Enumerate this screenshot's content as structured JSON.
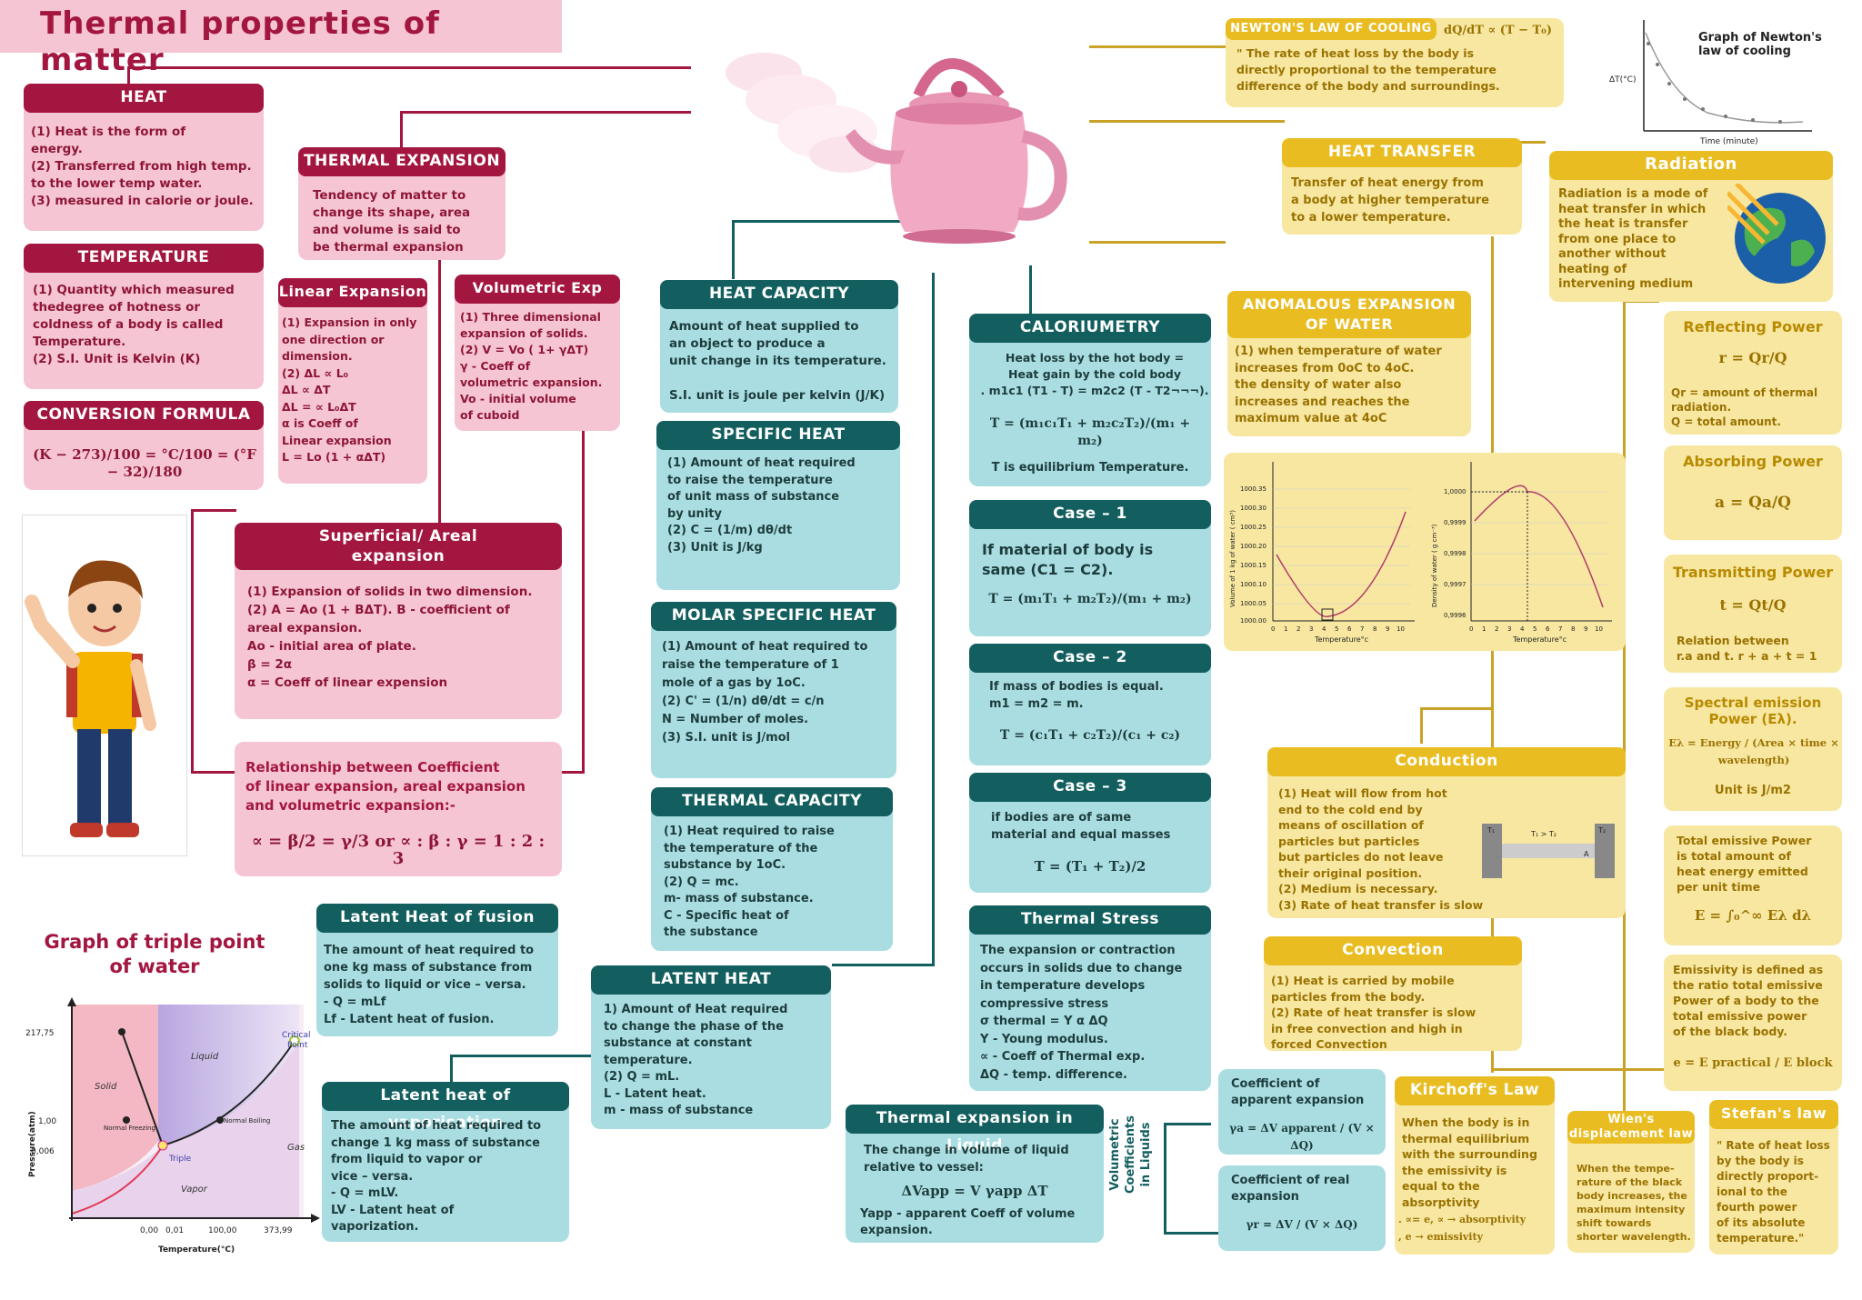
{
  "title": "Thermal properties of matter",
  "heat": {
    "title": "HEAT",
    "body": "(1) Heat is the form of\n     energy.\n(2) Transferred from high temp.\n     to the lower temp water.\n(3) measured in calorie or joule."
  },
  "temperature": {
    "title": "TEMPERATURE",
    "body": "(1) Quantity which measured\n    thedegree of hotness or\n    coldness of a body is called\n    Temperature.\n(2) S.I. Unit is Kelvin (K)"
  },
  "conversion": {
    "title": "CONVERSION FORMULA",
    "formula": "(K − 273)/100 = °C/100 = (°F − 32)/180"
  },
  "thermal_expansion": {
    "title": "THERMAL EXPANSION",
    "body": "Tendency of matter to\nchange its shape, area\nand volume is said to\nbe thermal expansion"
  },
  "linear": {
    "title": "Linear Expansion",
    "body": "(1) Expansion in only\n     one direction or\n     dimension.\n(2)  ΔL ∝ L₀\n       ΔL ∝ ΔT\n       ΔL = ∝ L₀ΔT\n  α is Coeff of\n  Linear expansion\n  L = Lo (1 + αΔT)"
  },
  "volumetric": {
    "title": "Volumetric Exp",
    "body": "(1) Three dimensional\n     expansion of solids.\n(2) V = Vo ( 1+ γΔT)\nγ - Coeff of\n    volumetric expansion.\n  Vo - initial volume\n       of cuboid"
  },
  "areal": {
    "title": "Superficial/ Areal\nexpansion",
    "body": "(1) Expansion of solids in two dimension.\n(2) A = Ao (1 + BΔT). B - coefficient of\n     areal expansion.\n     Ao - initial area of plate.\n     β = 2α\n     α = Coeff of linear expension"
  },
  "relationship": {
    "body": "Relationship between Coefficient\nof linear expansion, areal expansion\nand volumetric expansion:-",
    "formula": "∝ = β/2 = γ/3  or  ∝ : β : γ = 1 : 2 : 3"
  },
  "triple_point": {
    "title": "Graph of triple point\nof water",
    "ylabel": "Pressure(atm)",
    "xlabel": "Temperature(°C)",
    "yticks": [
      "217,75",
      "1,00",
      "0,006"
    ],
    "xticks": [
      "0,00",
      "0,01",
      "100,00",
      "373,99"
    ],
    "regions": [
      "Solid",
      "Liquid",
      "Gas",
      "Vapor"
    ],
    "points": [
      "Critical\nPoint",
      "Normal Freezing\nPoint",
      "Normal Boiling\nPoint",
      "Triple\nPoint"
    ]
  },
  "heat_capacity": {
    "title": "HEAT CAPACITY",
    "body": "Amount of heat supplied to\nan object to produce a\nunit change in its temperature.\n\nS.I. unit is joule per kelvin (J/K)"
  },
  "specific_heat": {
    "title": "SPECIFIC HEAT",
    "body": "(1) Amount of heat required\n     to raise the temperature\n     of unit mass of substance\n     by unity\n(2) C = (1/m) dθ/dt\n(3) Unit is J/kg"
  },
  "molar": {
    "title": "MOLAR SPECIFIC HEAT",
    "body": "(1) Amount of heat required to\n     raise the temperature of 1\n     mole of a gas by 1oC.\n(2) C' = (1/n) dθ/dt = c/n\n     N = Number of moles.\n(3) S.I. unit is J/mol"
  },
  "thermal_capacity": {
    "title": "THERMAL CAPACITY",
    "body": "(1) Heat required to raise\n     the temperature of the\n     substance by 1oC.\n(2) Q = mc.\n     m- mass of substance.\n     C - Specific heat of\n     the substance"
  },
  "latent_fusion": {
    "title": "Latent Heat of fusion",
    "body": "The amount of heat required to\none kg mass of substance from\nsolids to liquid or vice – versa.\n   - Q = mLf\n     Lf - Latent heat of fusion."
  },
  "latent_heat": {
    "title": "LATENT HEAT",
    "body": "1) Amount of Heat required\n    to change the phase of the\n    substance at constant\n    temperature.\n(2) Q = mL.\n      L - Latent heat.\n      m - mass of substance"
  },
  "latent_vap": {
    "title": "Latent heat of vaporisation",
    "body": "The amount of heat required to\nchange 1 kg mass of substance\nfrom liquid to vapor or\nvice – versa.\n   - Q = mLV.\n     LV - Latent heat of\n     vaporization."
  },
  "calorimetry": {
    "title": "CALORIUMETRY",
    "body": "Heat loss by the hot body =\nHeat gain by the cold body\n. m1c1 (T1 - T) = m2c2 (T - T2¬¬¬).",
    "formula": "T = (m₁c₁T₁ + m₂c₂T₂)/(m₁ + m₂)",
    "foot": "T is equilibrium Temperature."
  },
  "case1": {
    "title": "Case – 1",
    "body": "If material of body is\nsame (C1 = C2).",
    "formula": "T = (m₁T₁ + m₂T₂)/(m₁ + m₂)"
  },
  "case2": {
    "title": "Case – 2",
    "body": "If mass of bodies is equal.\nm1 = m2 = m.",
    "formula": "T = (c₁T₁ + c₂T₂)/(c₁ + c₂)"
  },
  "case3": {
    "title": "Case – 3",
    "body": "if bodies are of same\nmaterial and equal masses",
    "formula": "T = (T₁ + T₂)/2"
  },
  "thermal_stress": {
    "title": "Thermal Stress",
    "body": "The expansion or contraction\noccurs in solids due to change\nin temperature develops\ncompressive stress\nσ thermal = Y α ΔQ\nY - Young modulus.\n∝  - Coeff of Thermal exp.\nΔQ - temp. difference."
  },
  "liquid_exp": {
    "title": "Thermal expansion in Liquid",
    "body": "The change in volume of liquid\nrelative to vessel:",
    "formula": "ΔVapp = V γapp ΔT",
    "foot": "Yapp - apparent Coeff of volume\nexpansion."
  },
  "vol_coeff_label": "Volumetric\nCoefficients\nin Liquids",
  "apparent": {
    "title": "Coefficient of\napparent expansion",
    "formula": "γa = ΔV apparent / (V × ΔQ)"
  },
  "real": {
    "title": "Coefficient of real\nexpansion",
    "formula": "γr = ΔV / (V × ΔQ)"
  },
  "newton": {
    "title": "NEWTON'S LAW OF COOLING",
    "formula": "dQ/dT ∝ (T − T₀)",
    "body": "\" The rate of heat loss by the body is\ndirectly proportional to the temperature\ndifference of the body and surroundings."
  },
  "newton_graph": {
    "title": "Graph of Newton's\nlaw of cooling",
    "ylabel": "ΔT(°C)",
    "xlabel": "Time (minute)"
  },
  "heat_transfer": {
    "title": "HEAT TRANSFER",
    "body": "Transfer of heat energy from\na body at higher temperature\nto a lower temperature."
  },
  "radiation": {
    "title": "Radiation",
    "body": "Radiation is a mode of\nheat transfer in which\nthe heat is transfer\nfrom one place to\nanother without\nheating of\nintervening medium"
  },
  "anomalous": {
    "title": "ANOMALOUS EXPANSION\nOF WATER",
    "body": "(1) when temperature of water\nincreases from 0oC to 4oC.\nthe density of water also\nincreases and reaches the\nmaximum value at 4oC"
  },
  "graph_volume": {
    "ylabel": "Volume of 1 kg of water ( cm³)",
    "xlabel": "Temperature°c",
    "yticks": [
      "1000.35",
      "1000.30",
      "1000.25",
      "1000.20",
      "1000.15",
      "1000.10",
      "1000.05",
      "1000.00"
    ],
    "xticks": [
      "0",
      "1",
      "2",
      "3",
      "4",
      "5",
      "6",
      "7",
      "8",
      "9",
      "10"
    ]
  },
  "graph_density": {
    "ylabel": "Density of water ( g cm⁻³)",
    "xlabel": "Temperature°c",
    "yticks": [
      "1,0000",
      "0,9999",
      "0,9998",
      "0,9997",
      "0,9996"
    ],
    "xticks": [
      "0",
      "1",
      "2",
      "3",
      "4",
      "5",
      "6",
      "7",
      "8",
      "9",
      "10"
    ]
  },
  "conduction": {
    "title": "Conduction",
    "body": "(1) Heat will flow from hot\n     end to the cold end by\n     means of oscillation of\n     particles but particles\n     but particles do not leave\n     their original position.\n(2) Medium is necessary.\n(3) Rate of  heat transfer is slow",
    "rod_labels": [
      "T₁",
      "T₁ > T₂",
      "T₂",
      "A"
    ]
  },
  "convection": {
    "title": "Convection",
    "body": "(1)  Heat is carried by mobile\n      particles from the body.\n(2) Rate of heat transfer is slow\n      in free convection and high in\n      forced Convection"
  },
  "reflecting": {
    "title": "Reflecting Power",
    "formula": "r = Qr/Q",
    "body": "Qr = amount of thermal\n    radiation.\nQ = total amount."
  },
  "absorbing": {
    "title": "Absorbing Power",
    "formula": "a = Qa/Q"
  },
  "transmitting": {
    "title": "Transmitting Power",
    "formula": "t = Qt/Q",
    "body": "Relation between\nr.a and t. r + a + t = 1"
  },
  "spectral": {
    "title": "Spectral emission\nPower (Eλ).",
    "formula": "Eλ = Energy / (Area × time × wavelength)",
    "body": "Unit is J/m2"
  },
  "total_emissive": {
    "body": "Total emissive Power\nis total amount of\nheat energy emitted\nper unit time",
    "formula": "E = ∫₀^∞ Eλ dλ"
  },
  "emissivity": {
    "body": "Emissivity is defined as\nthe ratio total emissive\nPower of a body to the\ntotal emissive power\nof the black body.",
    "formula": "e = E practical / E block"
  },
  "kirchhoff": {
    "title": "Kirchoff's Law",
    "body": "When the body is in\nthermal equilibrium\nwith the surrounding\nthe emissivity is\nequal to the\nabsorptivity",
    "foot": "  . ∝= e, ∝ → absorptivity\n  , e → emissivity"
  },
  "wien": {
    "title": "Wien's\ndisplacement law",
    "body": "When the tempe-\nrature of the black\nbody increases, the\nmaximum intensity\nshift towards\nshorter wavelength."
  },
  "stefan": {
    "title": "Stefan's law",
    "body": "\" Rate of heat loss\nby the body is\ndirectly proport-\nional to the\nfourth power\nof its absolute\ntemperature.\""
  },
  "colors": {
    "red": "#a3163f",
    "pink": "#f6c5d3",
    "teal": "#135e5e",
    "lightteal": "#a9dde2",
    "yellow": "#e9bd22",
    "lightyellow": "#f7e7a1"
  }
}
